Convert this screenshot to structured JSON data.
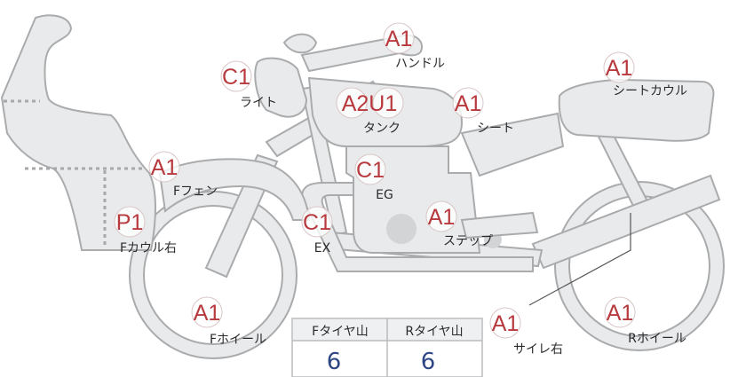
{
  "colors": {
    "body_fill": "#e9eaec",
    "outline": "#a9abad",
    "grade": "#b83a3e",
    "value": "#2f4684"
  },
  "parts": [
    {
      "id": "handle",
      "grade": "A1",
      "label": "ハンドル"
    },
    {
      "id": "light",
      "grade": "C1",
      "label": "ライト"
    },
    {
      "id": "tank",
      "grade": "A2U1",
      "label": "タンク"
    },
    {
      "id": "seat",
      "grade": "A1",
      "label": "シート"
    },
    {
      "id": "seat-cowl",
      "grade": "A1",
      "label": "シートカウル"
    },
    {
      "id": "f-fender",
      "grade": "A1",
      "label": "Fフェン"
    },
    {
      "id": "engine",
      "grade": "C1",
      "label": "EG"
    },
    {
      "id": "f-cowl-right",
      "grade": "P1",
      "label": "Fカウル右"
    },
    {
      "id": "exhaust",
      "grade": "C1",
      "label": "EX"
    },
    {
      "id": "step",
      "grade": "A1",
      "label": "ステップ"
    },
    {
      "id": "f-wheel",
      "grade": "A1",
      "label": "Fホイール"
    },
    {
      "id": "silencer-right",
      "grade": "A1",
      "label": "サイレ右"
    },
    {
      "id": "r-wheel",
      "grade": "A1",
      "label": "Rホイール"
    }
  ],
  "tread_table": {
    "headers": [
      "Fタイヤ山",
      "Rタイヤ山"
    ],
    "values": [
      "6",
      "6"
    ]
  }
}
